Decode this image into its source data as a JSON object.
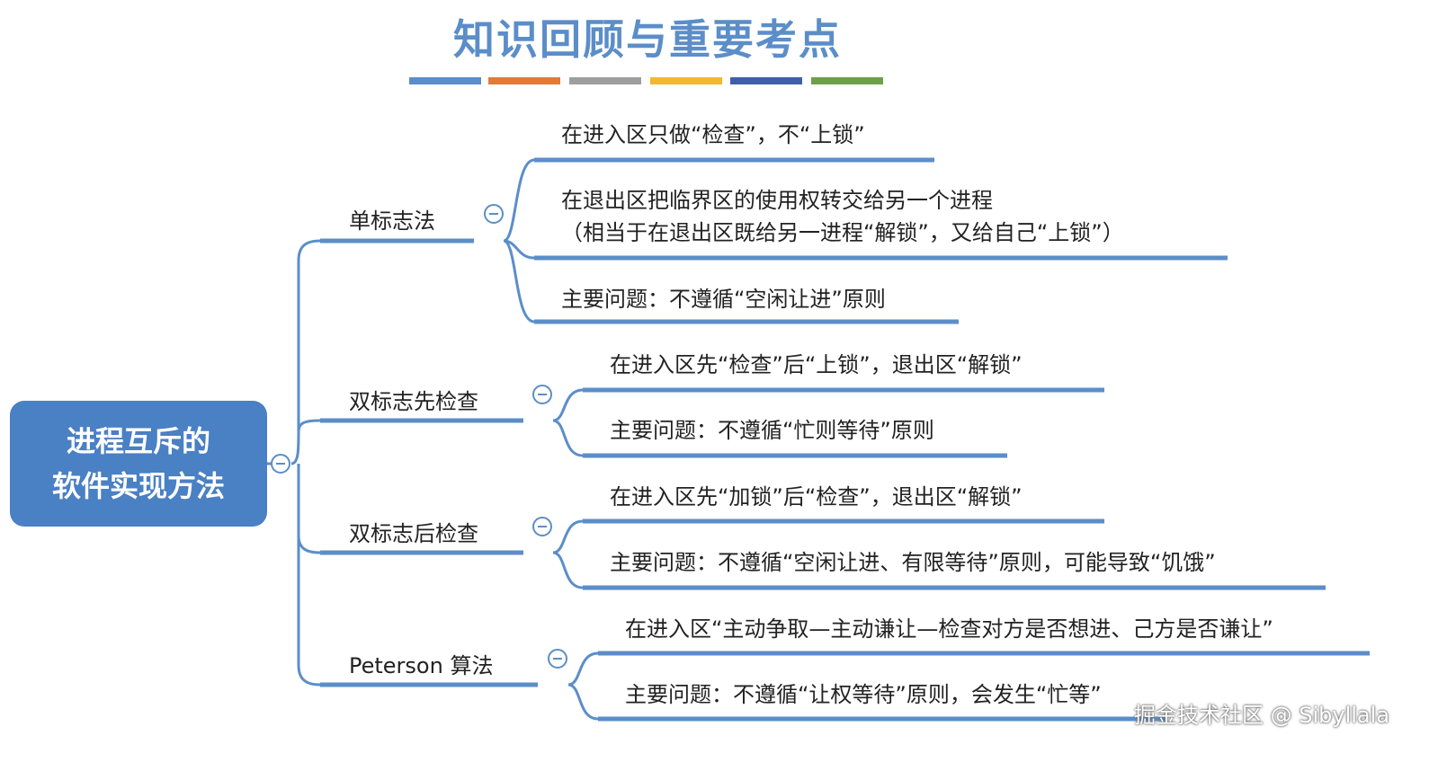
{
  "title": "知识回顾与重要考点",
  "color_bars": [
    "#5b8ec9",
    "#e07b39",
    "#9e9e9e",
    "#f2b830",
    "#3f5fa8",
    "#6da04b"
  ],
  "accent_color": "#4a80c4",
  "root": {
    "line1": "进程互斥的",
    "line2": "软件实现方法"
  },
  "branches": [
    {
      "label": "单标志法",
      "items": [
        "在进入区只做“检查”，不“上锁”",
        "在退出区把临界区的使用权转交给另一个进程",
        "（相当于在退出区既给另一进程“解锁”，又给自己“上锁”）",
        "主要问题：不遵循“空闲让进”原则"
      ]
    },
    {
      "label": "双标志先检查",
      "items": [
        "在进入区先“检查”后“上锁”，退出区“解锁”",
        "主要问题：不遵循“忙则等待”原则"
      ]
    },
    {
      "label": "双标志后检查",
      "items": [
        "在进入区先“加锁”后“检查”，退出区“解锁”",
        "主要问题：不遵循“空闲让进、有限等待”原则，可能导致“饥饿”"
      ]
    },
    {
      "label": "Peterson 算法",
      "items": [
        "在进入区“主动争取—主动谦让—检查对方是否想进、己方是否谦让”",
        "主要问题：不遵循“让权等待”原则，会发生“忙等”"
      ]
    }
  ],
  "watermark": "掘金技术社区 @ Sibyllala"
}
